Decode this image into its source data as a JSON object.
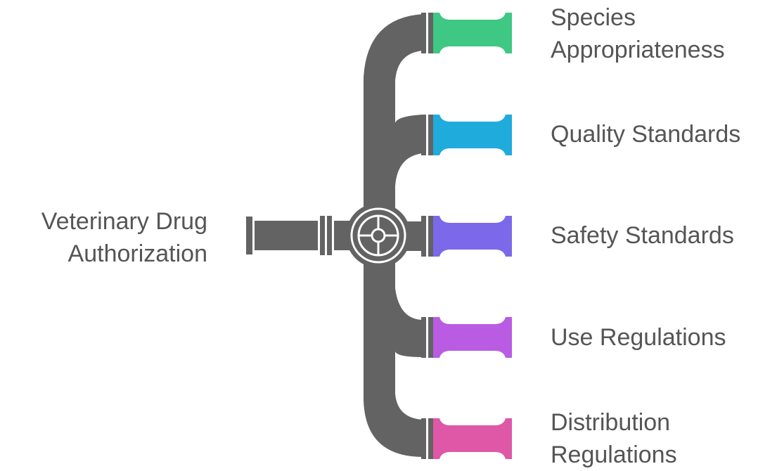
{
  "input_label": [
    "Veterinary Drug",
    "Authorization"
  ],
  "pipe_color": "#636363",
  "valve_icon": "valve-icon",
  "outputs": [
    {
      "lines": [
        "Species",
        "Appropriateness"
      ],
      "color": "#3ec883"
    },
    {
      "lines": [
        "Quality Standards"
      ],
      "color": "#1fabdc"
    },
    {
      "lines": [
        "Safety Standards"
      ],
      "color": "#7b69e9"
    },
    {
      "lines": [
        "Use Regulations"
      ],
      "color": "#b95ce3"
    },
    {
      "lines": [
        "Distribution",
        "Regulations"
      ],
      "color": "#df58a7"
    }
  ]
}
